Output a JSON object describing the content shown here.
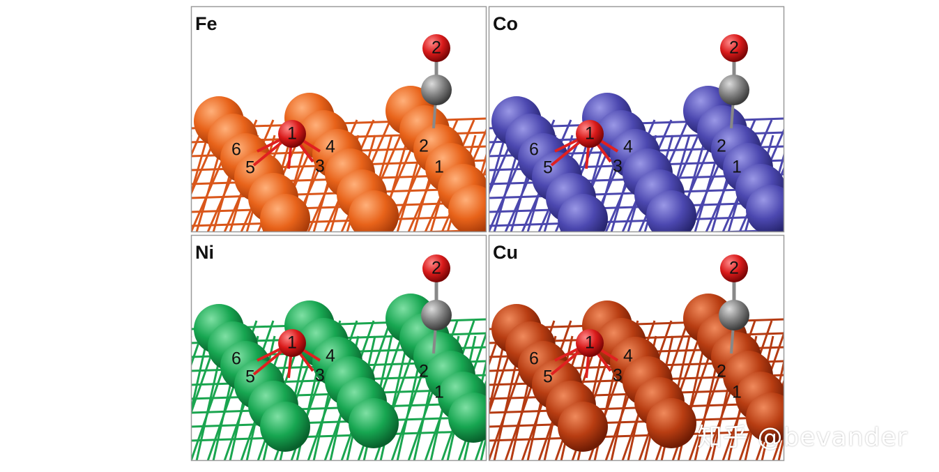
{
  "panels": [
    {
      "label": "Fe",
      "metal_color": "#e8631a",
      "metal_light": "#ffb07a",
      "metal_dark": "#a83a08",
      "frame_color": "#d9561a"
    },
    {
      "label": "Co",
      "metal_color": "#4c48b0",
      "metal_light": "#9a98e6",
      "metal_dark": "#26246e",
      "frame_color": "#4b47ad"
    },
    {
      "label": "Ni",
      "metal_color": "#17a651",
      "metal_light": "#7fe0a4",
      "metal_dark": "#08612c",
      "frame_color": "#1aa54f"
    },
    {
      "label": "Cu",
      "metal_color": "#b83d12",
      "metal_light": "#f08a5c",
      "metal_dark": "#701c04",
      "frame_color": "#b53b12"
    }
  ],
  "atom_numbers": {
    "oxygen_adatom": "1",
    "oxygen_neighbors": [
      "3",
      "4",
      "5",
      "6"
    ],
    "co_oxygen": "2",
    "co_neighbors": [
      "1",
      "2"
    ]
  },
  "colors": {
    "oxygen": "#d91a1a",
    "carbon": "#808080",
    "border": "#9a9a9a"
  },
  "watermark": {
    "text": "知乎 @bevander"
  }
}
